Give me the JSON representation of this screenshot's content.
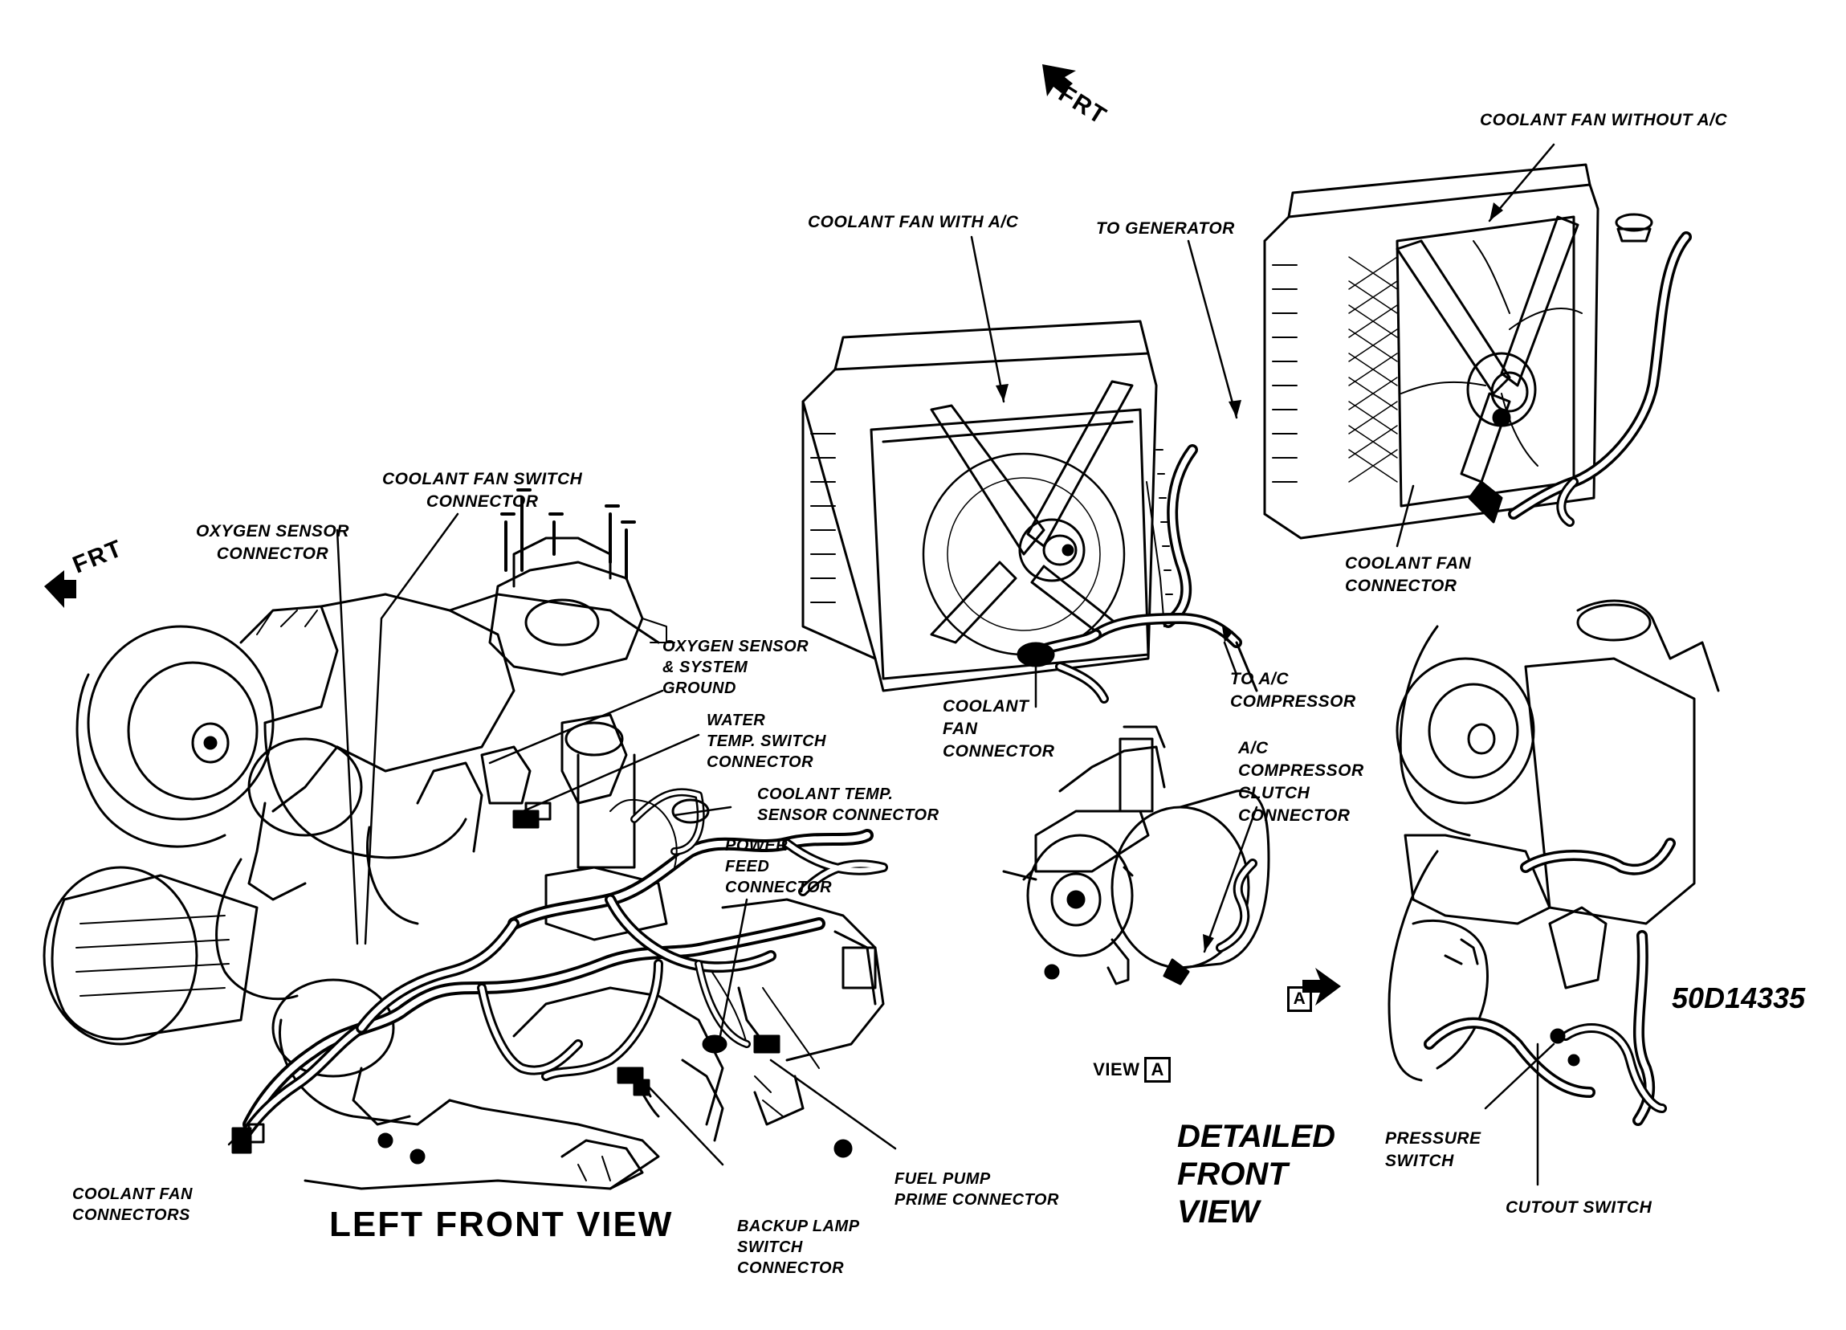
{
  "labels": {
    "coolant_fan_without_ac": "COOLANT FAN WITHOUT A/C",
    "coolant_fan_with_ac": "COOLANT FAN WITH A/C",
    "to_generator": "TO GENERATOR",
    "coolant_fan_connector_right": "COOLANT FAN\nCONNECTOR",
    "coolant_fan_connector_mid": "COOLANT\nFAN\nCONNECTOR",
    "to_ac_compressor": "TO A/C\nCOMPRESSOR",
    "ac_compressor_clutch_connector": "A/C\nCOMPRESSOR\nCLUTCH\nCONNECTOR",
    "coolant_fan_switch_connector": "COOLANT FAN SWITCH\nCONNECTOR",
    "oxygen_sensor_connector": "OXYGEN SENSOR\nCONNECTOR",
    "oxygen_sensor_system_ground": "OXYGEN SENSOR\n& SYSTEM\nGROUND",
    "water_temp_switch_connector": "WATER\nTEMP. SWITCH\nCONNECTOR",
    "coolant_temp_sensor_connector": "COOLANT TEMP.\nSENSOR CONNECTOR",
    "power_feed_connector": "POWER\nFEED\nCONNECTOR",
    "coolant_fan_connectors": "COOLANT FAN\nCONNECTORS",
    "backup_lamp_switch_connector": "BACKUP LAMP\nSWITCH\nCONNECTOR",
    "fuel_pump_prime_connector": "FUEL PUMP\nPRIME CONNECTOR",
    "pressure_switch": "PRESSURE\nSWITCH",
    "cutout_switch": "CUTOUT SWITCH",
    "view_word": "VIEW",
    "view_letter": "A",
    "a_marker": "A",
    "frt_top": "FRT",
    "frt_left": "FRT"
  },
  "titles": {
    "left_front_view": "LEFT FRONT VIEW",
    "detailed_front_view": "DETAILED\nFRONT\nVIEW",
    "figure_code": "50D14335"
  },
  "colors": {
    "ink": "#000000",
    "paper": "#ffffff"
  }
}
